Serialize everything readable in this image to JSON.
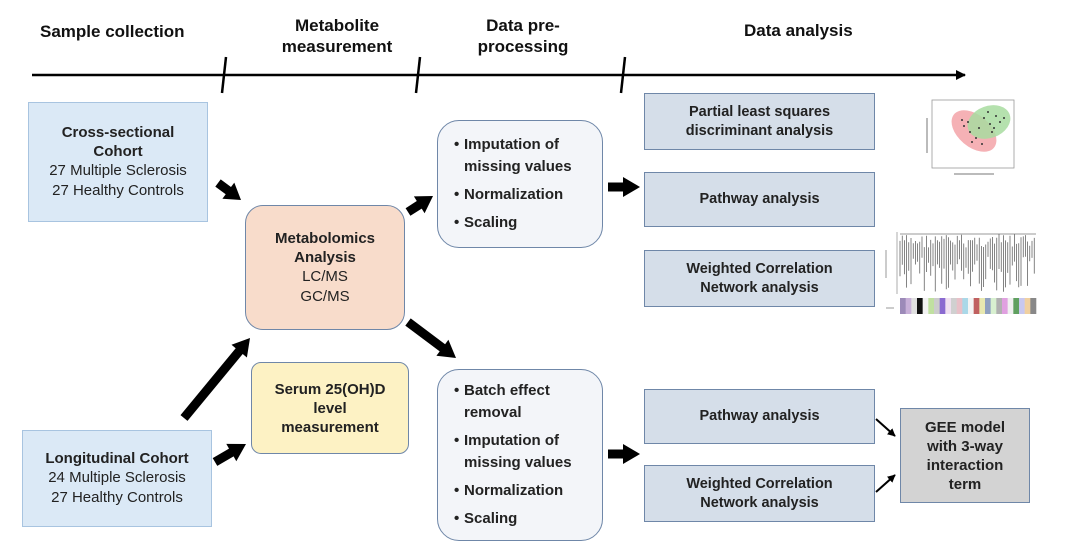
{
  "stages": {
    "sample_collection": "Sample collection",
    "metabolite_measurement": [
      "Metabolite",
      "measurement"
    ],
    "data_preprocessing": [
      "Data pre-",
      "processing"
    ],
    "data_analysis": "Data analysis"
  },
  "cross_sectional": {
    "title": [
      "Cross-sectional",
      "Cohort"
    ],
    "lines": [
      "27 Multiple Sclerosis",
      "27 Healthy Controls"
    ]
  },
  "longitudinal": {
    "title": "Longitudinal Cohort",
    "lines": [
      "24 Multiple Sclerosis",
      "27 Healthy Controls"
    ]
  },
  "metabolomics": {
    "title": [
      "Metabolomics",
      "Analysis"
    ],
    "lines": [
      "LC/MS",
      "GC/MS"
    ]
  },
  "serum": {
    "title": [
      "Serum 25(OH)D",
      "level",
      "measurement"
    ]
  },
  "preprocess_top": {
    "bullet": "•",
    "items": [
      [
        "Imputation of",
        "missing values"
      ],
      [
        "Normalization"
      ],
      [
        "Scaling"
      ]
    ]
  },
  "preprocess_bottom": {
    "bullet": "•",
    "items": [
      [
        "Batch effect",
        "removal"
      ],
      [
        "Imputation of",
        "missing values"
      ],
      [
        "Normalization"
      ],
      [
        "Scaling"
      ]
    ]
  },
  "analysis_top": [
    [
      "Partial least squares",
      "discriminant analysis"
    ],
    [
      "Pathway analysis"
    ],
    [
      "Weighted Correlation",
      "Network analysis"
    ]
  ],
  "analysis_bottom": [
    [
      "Pathway analysis"
    ],
    [
      "Weighted Correlation",
      "Network analysis"
    ]
  ],
  "gee": [
    "GEE model",
    "with 3-way",
    "interaction",
    "term"
  ],
  "colors": {
    "arrow": "#000000",
    "cohort_fill": "#dbe9f6",
    "metabolomics_fill": "#f8dccb",
    "serum_fill": "#fdf2c4",
    "preprocess_fill": "#f3f5f9",
    "analysis_fill": "#d5dee9",
    "gee_fill": "#d3d3d3",
    "plsda_red": "#f3a3a8",
    "plsda_green": "#a8dca0"
  }
}
